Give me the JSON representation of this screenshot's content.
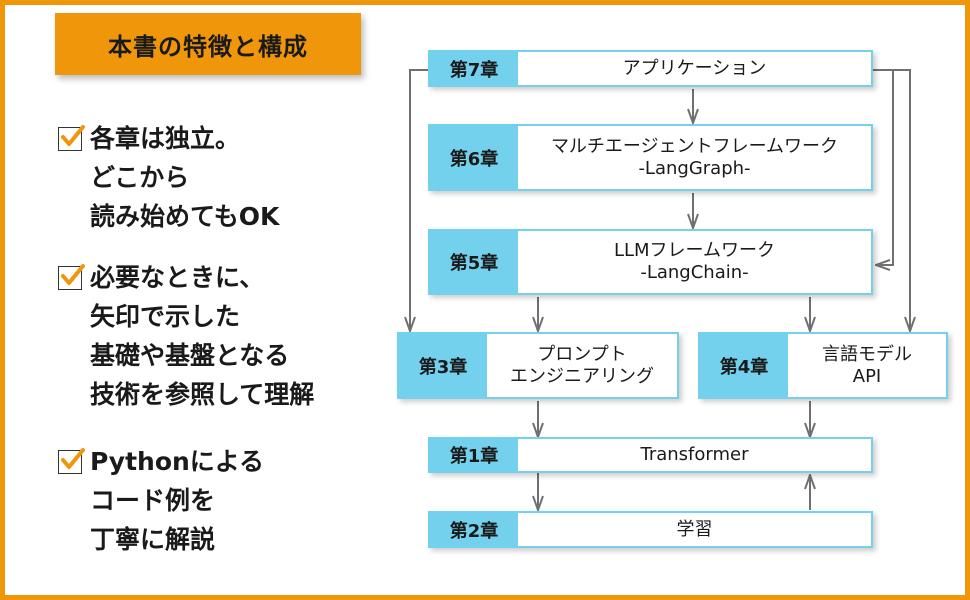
{
  "heading": "本書の特徴と構成",
  "features": [
    {
      "text": "各章は独立。\nどこから\n読み始めてもOK"
    },
    {
      "text": "必要なときに、\n矢印で示した\n基礎や基盤となる\n技術を参照して理解"
    },
    {
      "text": "Pythonによる\nコード例を\n丁寧に解説"
    }
  ],
  "chapters": {
    "ch7": {
      "label": "第7章",
      "title": "アプリケーション"
    },
    "ch6": {
      "label": "第6章",
      "title": "マルチエージェントフレームワーク\n-LangGraph-"
    },
    "ch5": {
      "label": "第5章",
      "title": "LLMフレームワーク\n-LangChain-"
    },
    "ch3": {
      "label": "第3章",
      "title": "プロンプト\nエンジニアリング"
    },
    "ch4": {
      "label": "第4章",
      "title": "言語モデル\nAPI"
    },
    "ch1": {
      "label": "第1章",
      "title": "Transformer"
    },
    "ch2": {
      "label": "第2章",
      "title": "学習"
    }
  },
  "colors": {
    "accent": "#f0960a",
    "chapter": "#74d1ee",
    "arrow": "#707070",
    "check": "#f0960a"
  }
}
